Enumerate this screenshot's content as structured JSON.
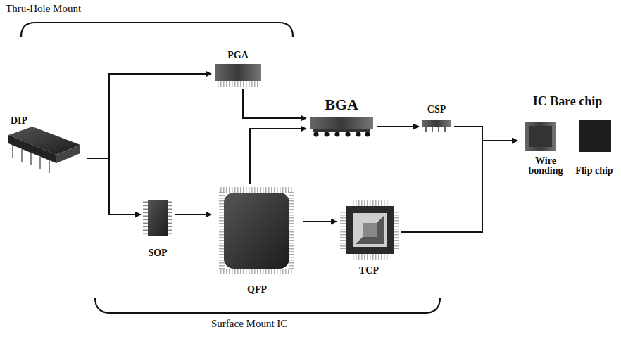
{
  "diagram": {
    "nodes": [
      {
        "text": [
          "DIP"
        ]
      },
      {
        "text": [
          "PGA"
        ]
      },
      {
        "text": [
          "BGA"
        ]
      },
      {
        "text": [
          "CSP"
        ]
      },
      {
        "text": [
          "SOP"
        ]
      },
      {
        "text": [
          "QFP"
        ]
      },
      {
        "text": [
          "TCP"
        ]
      },
      {
        "text": [
          "IC Bare chip"
        ]
      },
      {
        "text": [
          "Wire bonding"
        ],
        "in": 7
      },
      {
        "text": [
          "Flip chip"
        ],
        "in": 7
      }
    ],
    "edges": [
      {
        "from": 0,
        "to": 1,
        "arrow": "to"
      },
      {
        "from": 0,
        "to": 4,
        "arrow": "to"
      },
      {
        "from": 4,
        "to": 5,
        "arrow": "to"
      },
      {
        "from": 5,
        "to": 6,
        "arrow": "to"
      },
      {
        "from": 1,
        "to": 2,
        "arrow": "to"
      },
      {
        "from": 5,
        "to": 2,
        "arrow": "to"
      },
      {
        "from": 2,
        "to": 3,
        "arrow": "to"
      },
      {
        "from": 3,
        "to": 7,
        "arrow": "to"
      },
      {
        "from": 6,
        "to": 7,
        "arrow": "to"
      }
    ],
    "labels": [
      "Thru-Hole Mount",
      "Surface Mount IC"
    ]
  }
}
